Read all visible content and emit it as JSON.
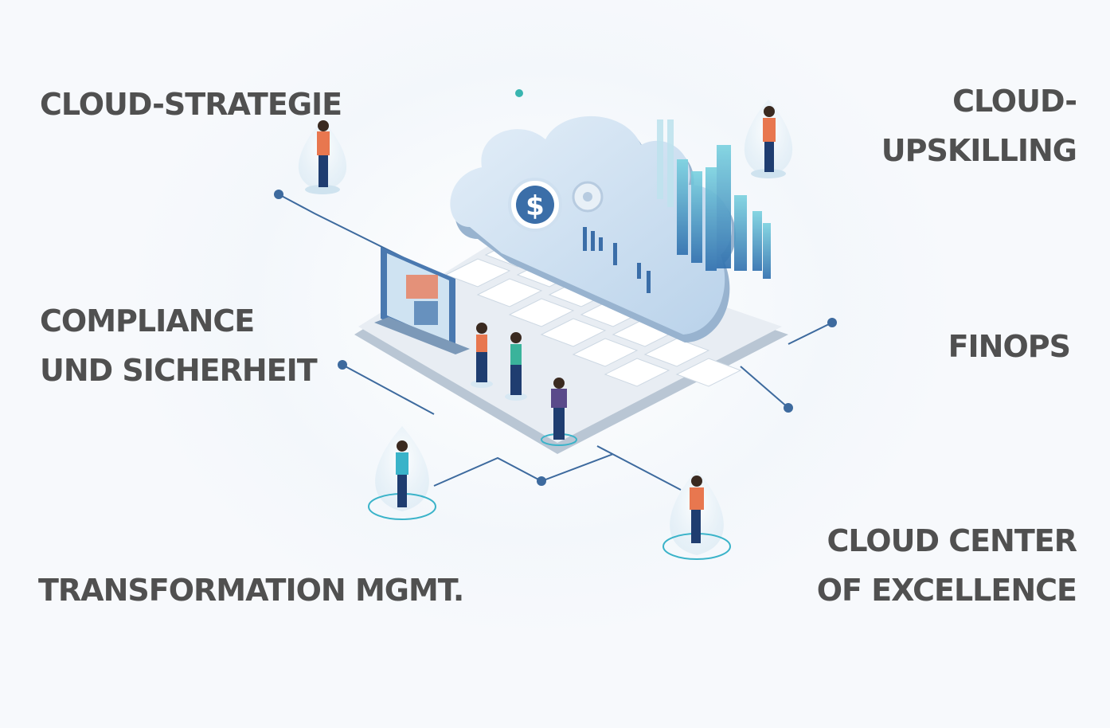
{
  "labels": {
    "cloud_strategy": "CLOUD-STRATEGIE",
    "cloud_upskilling_line1": "CLOUD-",
    "cloud_upskilling_line2": "UPSKILLING",
    "compliance_line1": "COMPLIANCE",
    "compliance_line2": "UND SICHERHEIT",
    "finops": "FINOPS",
    "transformation_mgmt": "TRANSFORMATION MGMT.",
    "ccoe_line1": "CLOUD CENTER",
    "ccoe_line2": "OF EXCELLENCE"
  },
  "illustration": {
    "cloud_symbol": "$",
    "icons": [
      "cloud-icon",
      "dollar-coin-icon",
      "bar-chart-icon",
      "laptop-keyboard-icon",
      "monitor-icon",
      "person-figure-icon"
    ]
  },
  "colors": {
    "text": "#505050",
    "accent_blue": "#3b6ea8",
    "accent_teal": "#3ab3c9",
    "cloud": "#cfe0f0",
    "keyboard": "#e6ecf2"
  }
}
